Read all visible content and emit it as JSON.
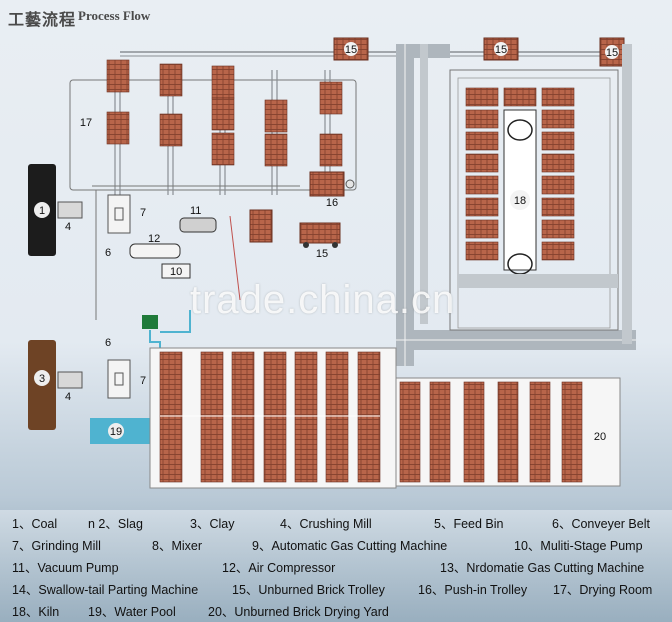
{
  "header": {
    "title_cn": "工藝流程",
    "title_en": "Process Flow"
  },
  "watermark": "trade.china.cn",
  "plan_labels": {
    "l1": "1",
    "l3": "3",
    "l4a": "4",
    "l4b": "4",
    "l6a": "6",
    "l6b": "6",
    "l7a": "7",
    "l7b": "7",
    "l10": "10",
    "l11": "11",
    "l12": "12",
    "l15a": "15",
    "l15b": "15",
    "l15c": "15",
    "l15d": "15",
    "l16": "16",
    "l17": "17",
    "l18": "18",
    "l19": "19",
    "l20": "20"
  },
  "legend": {
    "rows": [
      [
        "1、Coal",
        "n 2、Slag",
        "3、Clay",
        "4、Crushing Mill",
        "5、Feed Bin",
        "6、Conveyer Belt"
      ],
      [
        "7、Grinding Mill",
        "8、Mixer",
        "9、Automatic Gas Cutting Machine",
        "10、Muliti-Stage Pump"
      ],
      [
        "11、Vacuum Pump",
        "12、Air Compressor",
        "13、Nrdomatie Gas Cutting Machine"
      ],
      [
        "14、Swallow-tail Parting Machine",
        "15、Unburned Brick Trolley",
        "16、Push-in Trolley",
        "17、Drying Room"
      ],
      [
        "18、Kiln",
        "19、Water Pool",
        "20、Unburned Brick Drying Yard"
      ]
    ]
  },
  "colors": {
    "brick": "#b8654a",
    "track": "#9aa3ab",
    "water": "#4fb3d0",
    "coal": "#1c1c1c",
    "clay": "#6e4325"
  }
}
